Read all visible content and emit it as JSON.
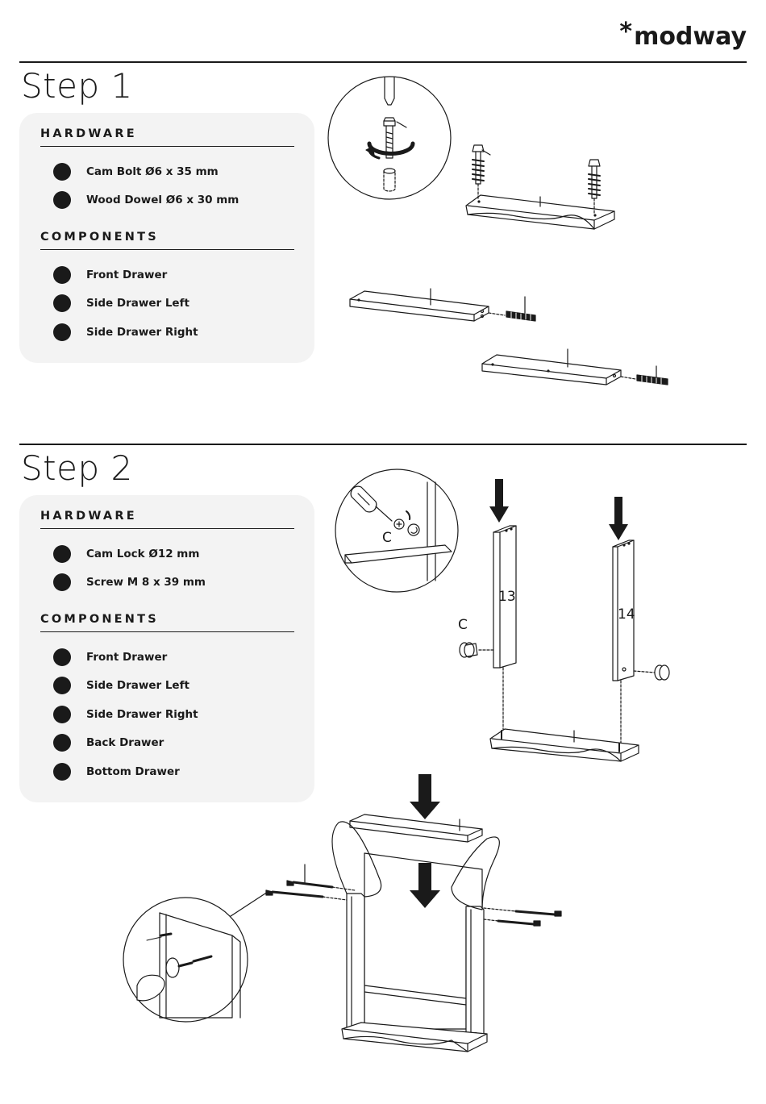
{
  "brand": {
    "logo_text": "modway"
  },
  "steps": [
    {
      "title": "Step 1",
      "hardware_heading": "HARDWARE",
      "hardware": [
        {
          "label": "Cam Bolt Ø6 x 35 mm"
        },
        {
          "label": "Wood Dowel Ø6 x 30 mm"
        }
      ],
      "components_heading": "COMPONENTS",
      "components": [
        {
          "label": "Front Drawer"
        },
        {
          "label": "Side Drawer Left"
        },
        {
          "label": "Side Drawer Right"
        }
      ]
    },
    {
      "title": "Step 2",
      "hardware_heading": "HARDWARE",
      "hardware": [
        {
          "label": "Cam Lock Ø12 mm"
        },
        {
          "label": "Screw M 8 x 39 mm"
        }
      ],
      "components_heading": "COMPONENTS",
      "components": [
        {
          "label": "Front Drawer"
        },
        {
          "label": "Side Drawer Left"
        },
        {
          "label": "Side Drawer Right"
        },
        {
          "label": "Back Drawer"
        },
        {
          "label": "Bottom Drawer"
        }
      ]
    }
  ],
  "diagram_labels": {
    "cam_lock_letter": "C",
    "cam_lock_letter_detail": "C",
    "panel_left_number": "13",
    "panel_right_number": "14"
  },
  "icons": [
    "modway-asterisk-icon",
    "dot-bullet-icon",
    "screwdriver-icon",
    "down-arrow-icon",
    "rotate-arrow-icon"
  ]
}
